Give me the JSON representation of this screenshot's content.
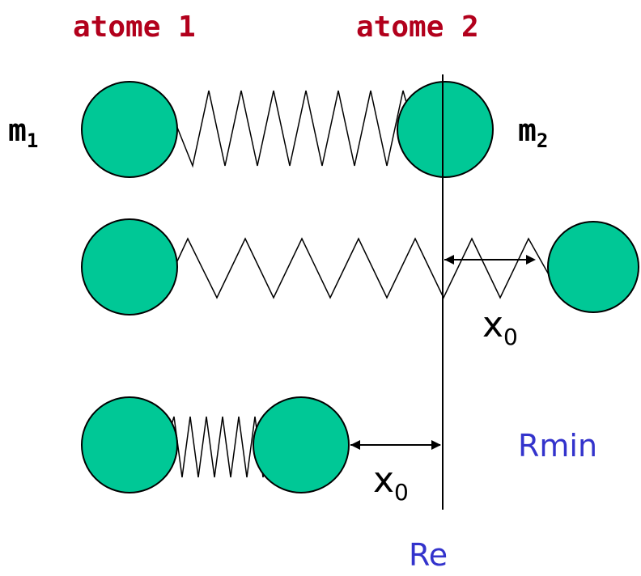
{
  "labels": {
    "atom1": "atome 1",
    "atom2": "atome 2",
    "m1": "m",
    "m1_sub": "1",
    "m2": "m",
    "m2_sub": "2",
    "x0_top": "x",
    "x0_top_sub": "0",
    "x0_bottom": "x",
    "x0_bottom_sub": "0",
    "rmin": "Rmin",
    "re": "Re"
  },
  "colors": {
    "atom_fill": "#00c896",
    "atom_stroke": "#000000",
    "title": "#b2001c",
    "blue_text": "#3333cc",
    "line": "#000000"
  }
}
